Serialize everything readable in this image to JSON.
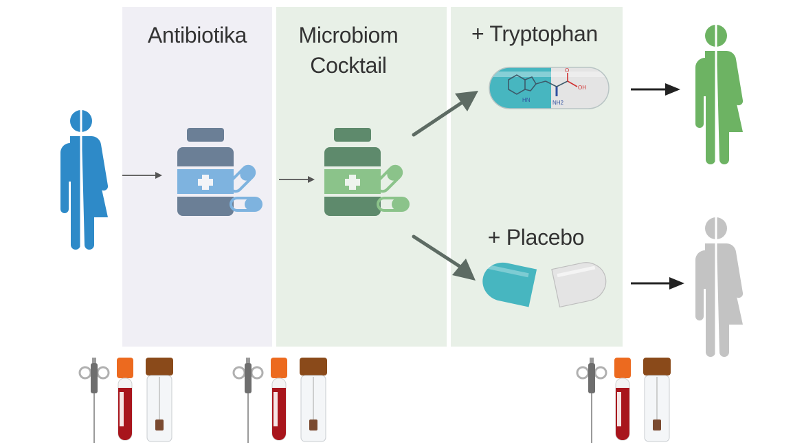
{
  "stages": [
    {
      "id": "antibiotics",
      "label": "Antibiotika"
    },
    {
      "id": "microbiome",
      "label_line1": "Microbiom",
      "label_line2": "Cocktail"
    },
    {
      "id": "treatment"
    }
  ],
  "branches": {
    "tryptophan": {
      "label": "+ Tryptophan",
      "molecule": {
        "nh": "HN",
        "nh2": "NH2",
        "o": "O",
        "oh": "OH"
      }
    },
    "placebo": {
      "label": "+ Placebo"
    }
  },
  "colors": {
    "start_person": "#2e8ac8",
    "tryptophan_person": "#6db363",
    "placebo_person": "#c3c3c3",
    "antibiotic_bottle": "#6b7f96",
    "antibiotic_label": "#7eb3df",
    "microbiome_bottle": "#5e8a6c",
    "microbiome_label": "#8bc38a",
    "capsule_teal": "#47b6c0",
    "capsule_white": "#e4e4e4",
    "blood_tube_cap": "#ec6a1f",
    "blood": "#a8151c",
    "stool_cap": "#8a4a1a"
  },
  "sampling_points": [
    {
      "id": "baseline",
      "items": [
        "biopsy-needle",
        "blood-tube",
        "stool-tube"
      ]
    },
    {
      "id": "post-microbiome",
      "items": [
        "biopsy-needle",
        "blood-tube",
        "stool-tube"
      ]
    },
    {
      "id": "end",
      "items": [
        "biopsy-needle",
        "blood-tube",
        "stool-tube"
      ]
    }
  ]
}
